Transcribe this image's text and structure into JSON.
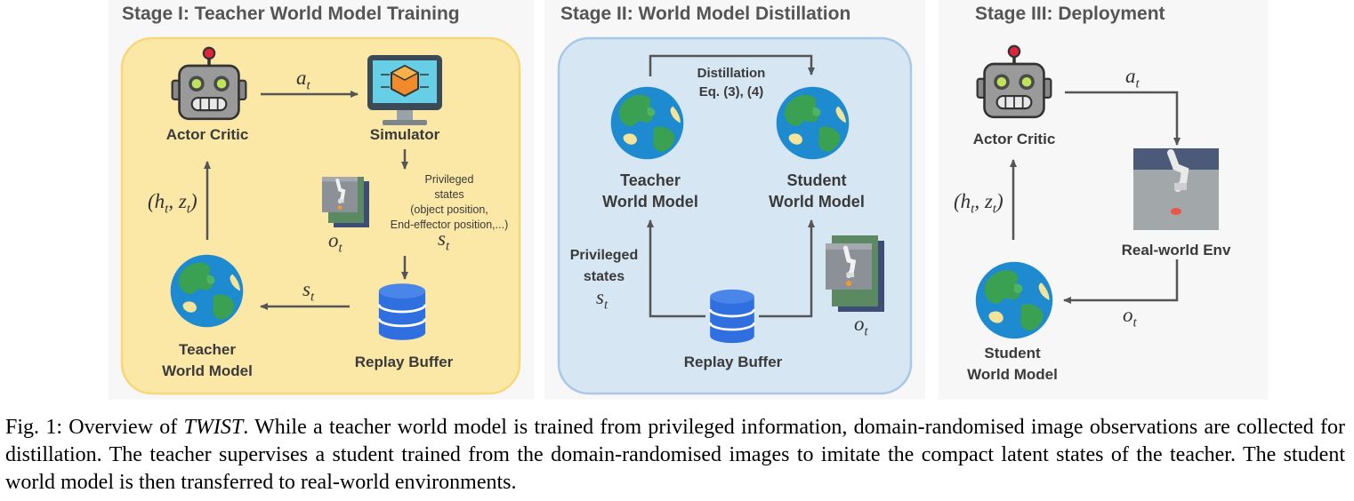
{
  "stages": {
    "s1": {
      "title": "Stage I: Teacher World Model Training",
      "actor_label": "Actor Critic",
      "simulator_label": "Simulator",
      "privileged_note": [
        "Privileged",
        "states",
        "(object position,",
        "End-effector position,...)"
      ],
      "replay_label": "Replay Buffer",
      "teacher_label": [
        "Teacher",
        "World Model"
      ],
      "action_sym": "a",
      "action_sub": "t",
      "latent_h": "h",
      "latent_h_sub": "t",
      "latent_z": "z",
      "latent_z_sub": "t",
      "obs_sym": "o",
      "obs_sub": "t",
      "state_sym": "s",
      "state_sub": "t"
    },
    "s2": {
      "title": "Stage II: World Model Distillation",
      "distill_label": [
        "Distillation",
        "Eq. (3), (4)"
      ],
      "teacher_label": [
        "Teacher",
        "World Model"
      ],
      "student_label": [
        "Student",
        "World Model"
      ],
      "priv_label": [
        "Privileged",
        "states"
      ],
      "state_sym": "s",
      "state_sub": "t",
      "obs_sym": "o",
      "obs_sub": "t",
      "replay_label": "Replay Buffer"
    },
    "s3": {
      "title": "Stage III: Deployment",
      "actor_label": "Actor Critic",
      "action_sym": "a",
      "action_sub": "t",
      "env_label": "Real-world Env",
      "latent_h": "h",
      "latent_h_sub": "t",
      "latent_z": "z",
      "latent_z_sub": "t",
      "obs_sym": "o",
      "obs_sub": "t",
      "student_label": [
        "Student",
        "World Model"
      ]
    }
  },
  "caption": {
    "prefix": "Fig. 1: Overview of ",
    "title": "TWIST",
    "text": ". While a teacher world model is trained from privileged information, domain-randomised image observations are collected for distillation. The teacher supervises a student trained from the domain-randomised images to imitate the compact latent states of the teacher. The student world model is then transferred to real-world environments."
  },
  "colors": {
    "stage1_fill": "#fbe8a7",
    "stage1_border": "#f6d87a",
    "stage2_fill": "#d6e6f3",
    "stage2_border": "#a9c7e6",
    "panel_bg": "#f7f7f7",
    "arrow": "#555555",
    "db_blue": "#2f6fe0",
    "globe_ocean": "#1e8ad0",
    "globe_land": "#3a9e54"
  },
  "icons": [
    "robot-icon",
    "simulator-monitor-icon",
    "globe-icon",
    "database-icon",
    "camera-frames-icon",
    "real-world-photo-icon"
  ]
}
